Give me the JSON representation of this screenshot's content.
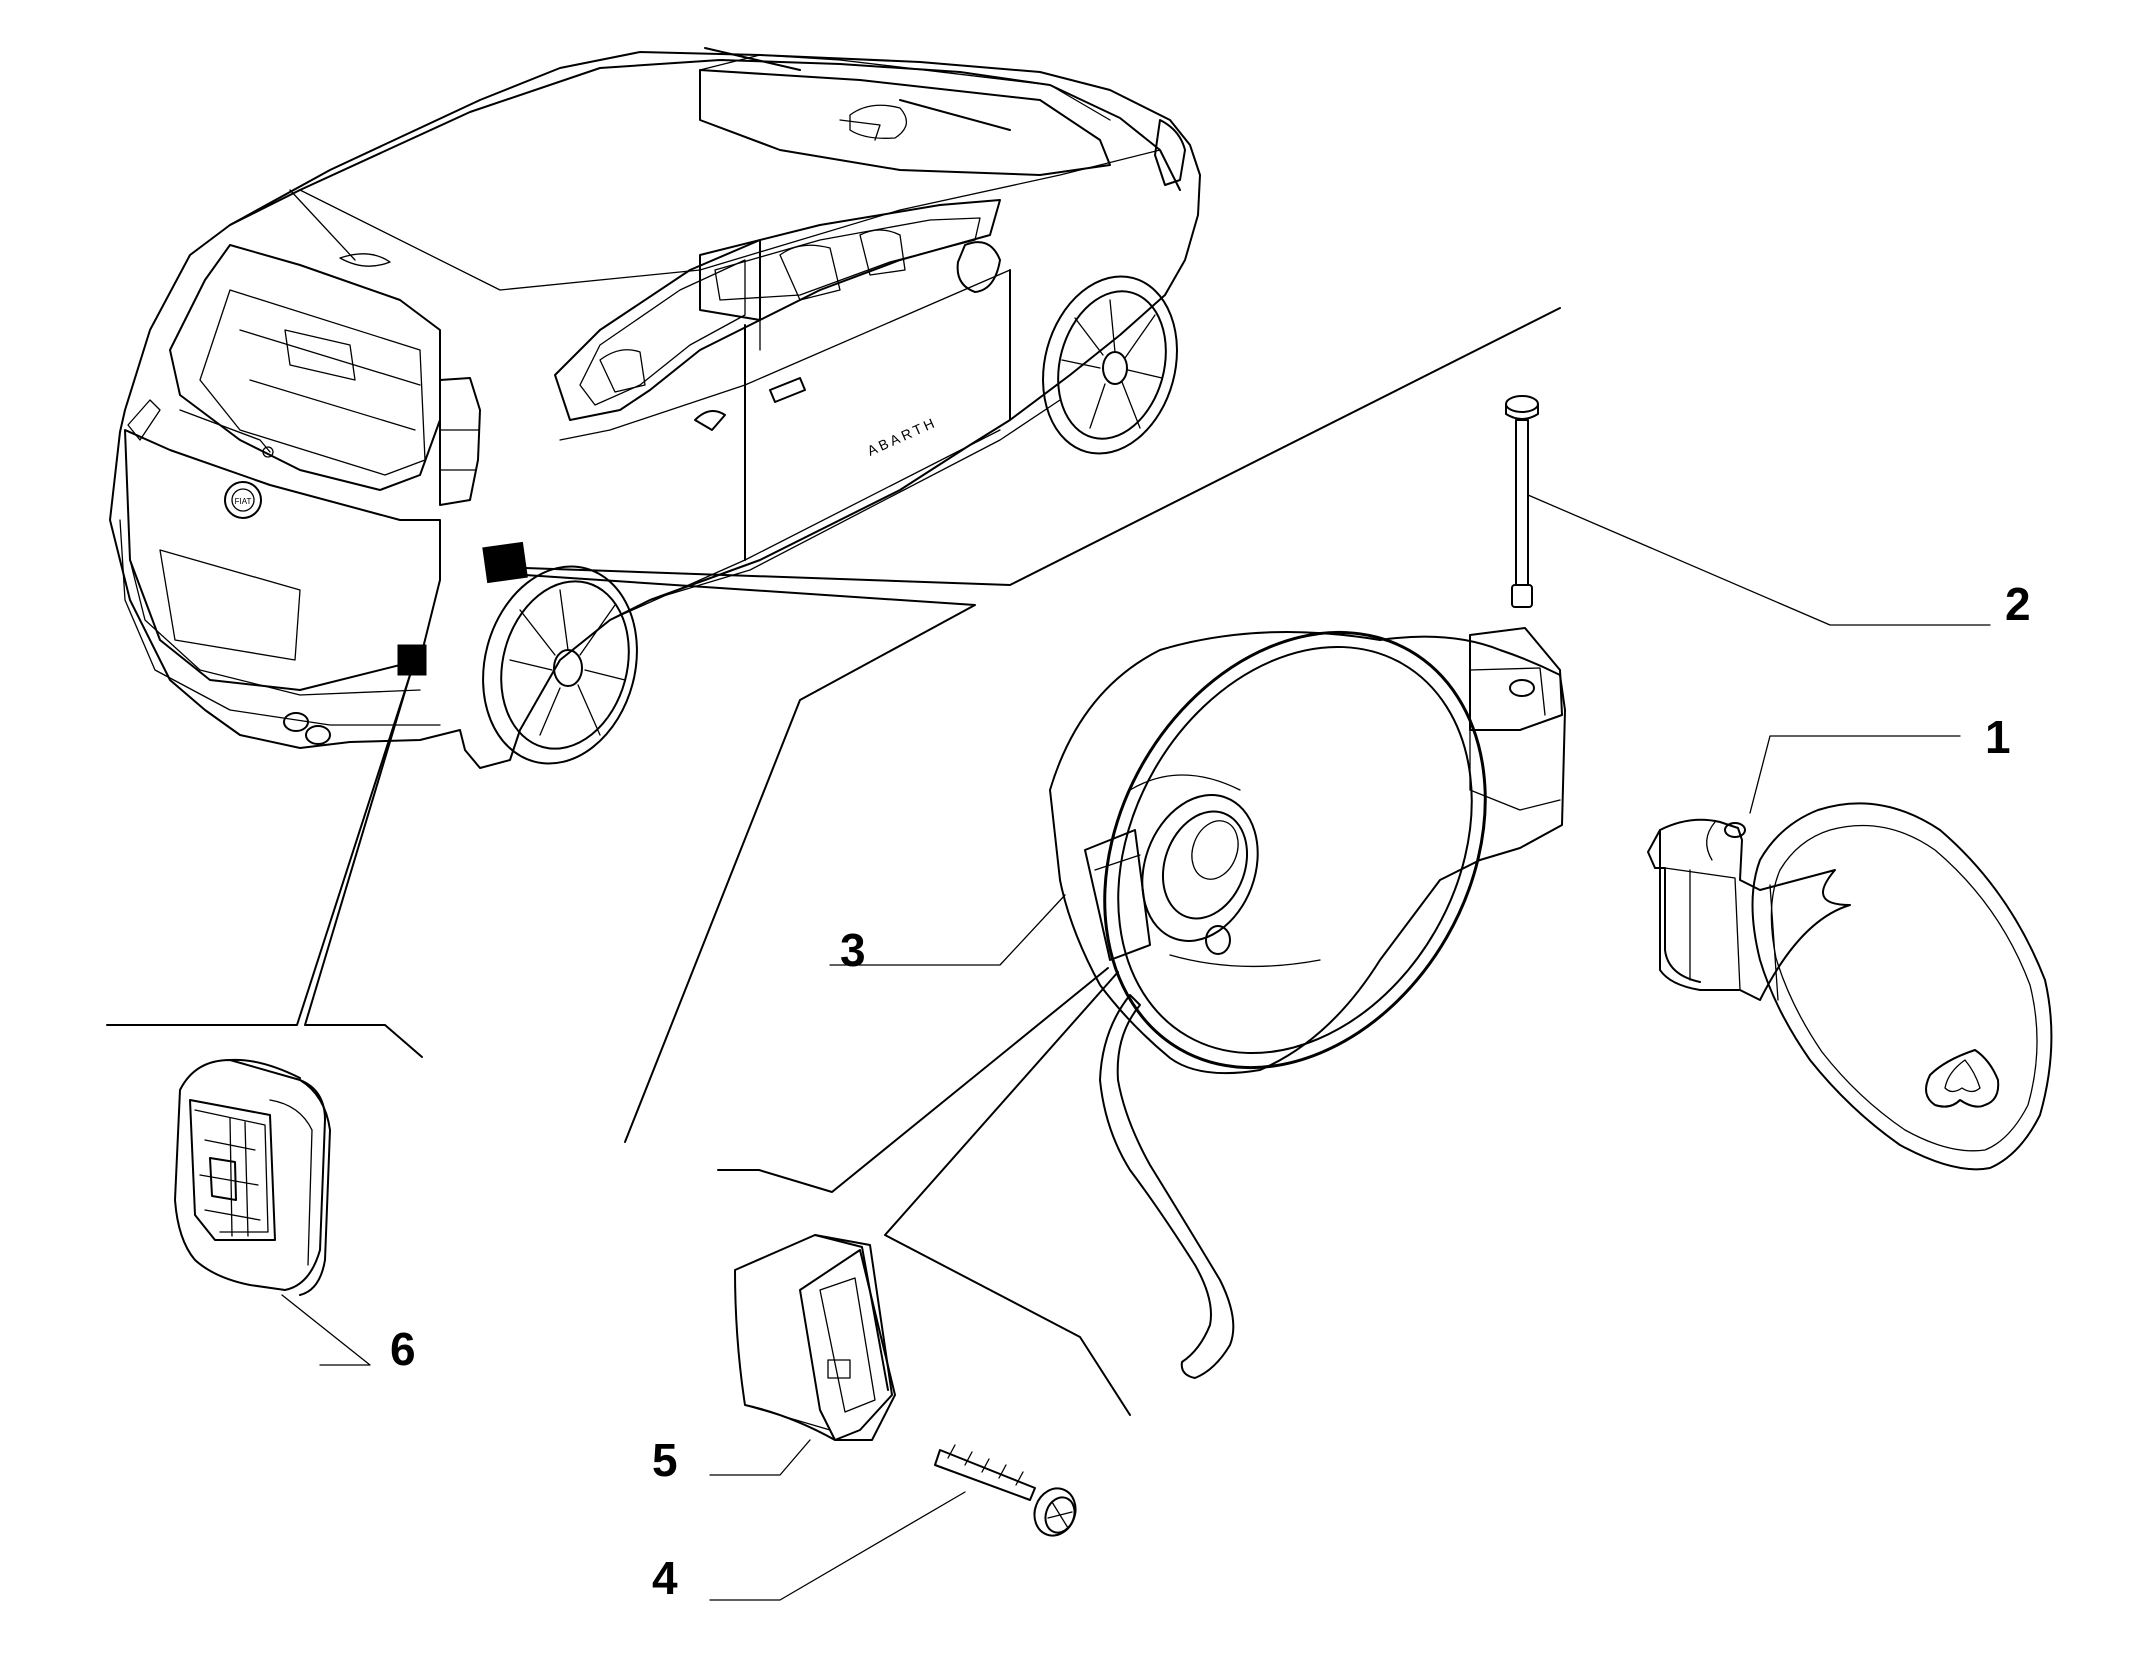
{
  "diagram": {
    "callouts": [
      {
        "id": "1",
        "label": "1"
      },
      {
        "id": "2",
        "label": "2"
      },
      {
        "id": "3",
        "label": "3"
      },
      {
        "id": "4",
        "label": "4"
      },
      {
        "id": "5",
        "label": "5"
      },
      {
        "id": "6",
        "label": "6"
      }
    ],
    "badge_text": "FIAT",
    "side_script": "ABARTH"
  }
}
